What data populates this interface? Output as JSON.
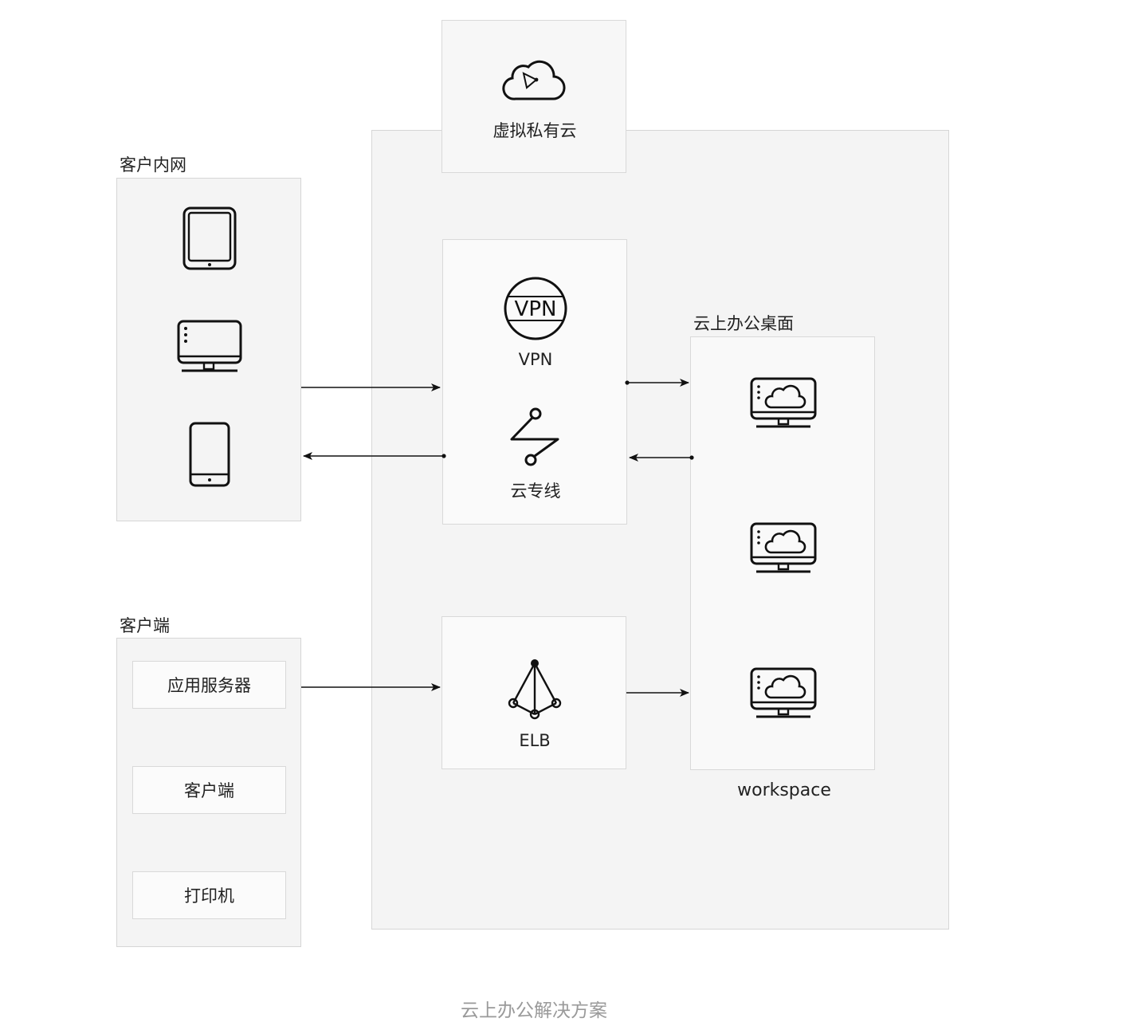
{
  "vpc": {
    "label": "虚拟私有云"
  },
  "intranet": {
    "label": "客户内网"
  },
  "client_group": {
    "label": "客户端",
    "items": [
      "应用服务器",
      "客户端",
      "打印机"
    ]
  },
  "vpn_box": {
    "vpn_label": "VPN",
    "vpn_badge": "VPN",
    "dc_label": "云专线"
  },
  "elb_box": {
    "label": "ELB"
  },
  "desktop": {
    "label": "云上办公桌面",
    "caption": "workspace"
  },
  "figure_caption": "云上办公解决方案"
}
